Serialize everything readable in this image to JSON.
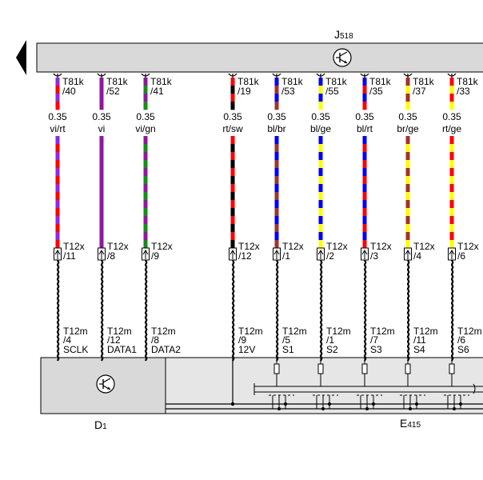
{
  "module_top": {
    "label": "J",
    "sub": "518"
  },
  "module_d1": {
    "label": "D",
    "sub": "1"
  },
  "module_e415": {
    "label": "E",
    "sub": "415"
  },
  "wires": [
    {
      "top_conn": "T81k",
      "top_pin": "/40",
      "gauge": "0.35",
      "color_code": "vi/rt",
      "mid_conn": "T12x",
      "mid_pin": "/11",
      "bot_conn": "T12m",
      "bot_pin": "/4",
      "signal": "SCLK",
      "colors": [
        "#8a2be2",
        "#ff0000"
      ]
    },
    {
      "top_conn": "T81k",
      "top_pin": "/52",
      "gauge": "0.35",
      "color_code": "vi",
      "mid_conn": "T12x",
      "mid_pin": "/8",
      "bot_conn": "T12m",
      "bot_pin": "/12",
      "signal": "DATA1",
      "colors": [
        "#8b1a9a"
      ]
    },
    {
      "top_conn": "T81k",
      "top_pin": "/41",
      "gauge": "0.35",
      "color_code": "vi/gn",
      "mid_conn": "T12x",
      "mid_pin": "/9",
      "bot_conn": "T12m",
      "bot_pin": "/8",
      "signal": "DATA2",
      "colors": [
        "#8b1a9a",
        "#1a8a1a"
      ]
    },
    {
      "top_conn": "T81k",
      "top_pin": "/19",
      "gauge": "0.35",
      "color_code": "rt/sw",
      "mid_conn": "T12x",
      "mid_pin": "/12",
      "bot_conn": "T12m",
      "bot_pin": "/9",
      "signal": "12V",
      "colors": [
        "#ff0000",
        "#000000"
      ]
    },
    {
      "top_conn": "T81k",
      "top_pin": "/53",
      "gauge": "0.35",
      "color_code": "bl/br",
      "mid_conn": "T12x",
      "mid_pin": "/1",
      "bot_conn": "T12m",
      "bot_pin": "/5",
      "signal": "S1",
      "colors": [
        "#0000ff",
        "#a0332a"
      ]
    },
    {
      "top_conn": "T81k",
      "top_pin": "/55",
      "gauge": "0.35",
      "color_code": "bl/ge",
      "mid_conn": "T12x",
      "mid_pin": "/2",
      "bot_conn": "T12m",
      "bot_pin": "/1",
      "signal": "S2",
      "colors": [
        "#0000ff",
        "#ffff00"
      ]
    },
    {
      "top_conn": "T81k",
      "top_pin": "/35",
      "gauge": "0.35",
      "color_code": "bl/rt",
      "mid_conn": "T12x",
      "mid_pin": "/3",
      "bot_conn": "T12m",
      "bot_pin": "/7",
      "signal": "S3",
      "colors": [
        "#0000ff",
        "#ff0000"
      ]
    },
    {
      "top_conn": "T81k",
      "top_pin": "/37",
      "gauge": "0.35",
      "color_code": "br/ge",
      "mid_conn": "T12x",
      "mid_pin": "/4",
      "bot_conn": "T12m",
      "bot_pin": "/11",
      "signal": "S4",
      "colors": [
        "#a0332a",
        "#ffff00"
      ]
    },
    {
      "top_conn": "T81k",
      "top_pin": "/33",
      "gauge": "0.35",
      "color_code": "rt/ge",
      "mid_conn": "T12x",
      "mid_pin": "/6",
      "bot_conn": "T12m",
      "bot_pin": "/6",
      "signal": "S6",
      "colors": [
        "#ff0000",
        "#ffff00"
      ]
    }
  ]
}
